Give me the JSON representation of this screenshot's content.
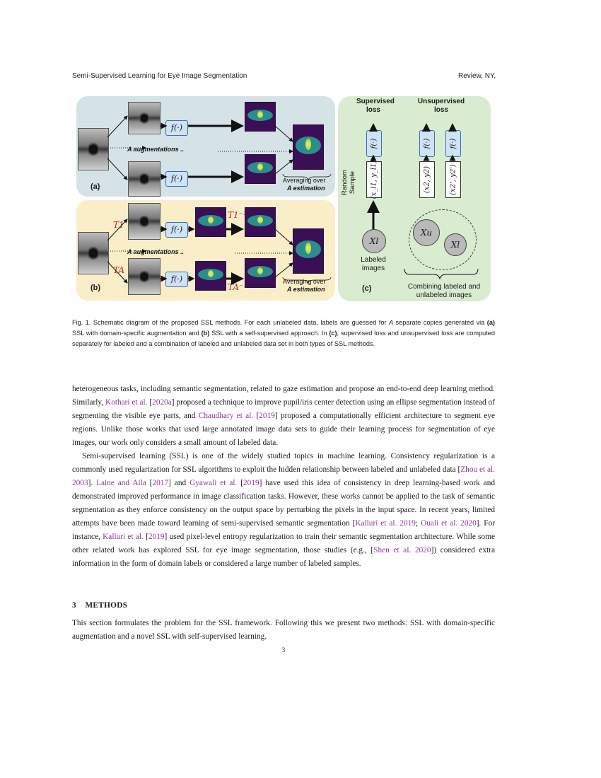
{
  "header": {
    "left": "Semi-Supervised Learning for Eye Image Segmentation",
    "right": "Review, NY,"
  },
  "figure": {
    "panel_a": {
      "label": "(a)",
      "augmentations": "A augmentations ..",
      "f_label": "f(·)",
      "averaging_line1": "Averaging over",
      "averaging_line2": "A estimation"
    },
    "panel_b": {
      "label": "(b)",
      "augmentations": "A augmentations ..",
      "f_label": "f(·)",
      "tau_1": "T1",
      "tau_A": "TA",
      "tau_1_inv": "T1⁻¹",
      "tau_A_inv": "TA⁻¹",
      "averaging_line1": "Averaging over",
      "averaging_line2": "A estimation"
    },
    "panel_c": {
      "label": "(c)",
      "supervised_line1": "Supervised",
      "supervised_line2": "loss",
      "unsupervised_line1": "Unsupervised",
      "unsupervised_line2": "loss",
      "f_label": "f(·)",
      "random_line1": "Random",
      "random_line2": "Sample",
      "pair_labeled": "(x_l1, y_l1)",
      "pair_2": "(x2, y2)",
      "pair_2b": "(x2', y2')",
      "xl": "Xl",
      "xu": "Xu",
      "labeled_line1": "Labeled",
      "labeled_line2": "images",
      "combined_line1": "Combining labeled and",
      "combined_line2": "unlabeled images"
    }
  },
  "caption": {
    "prefix": "Fig. 1.  Schematic diagram of the proposed SSL methods. For each unlabeled data, labels are guessed for ",
    "A": "A",
    "mid1": " separate copies generated via ",
    "a": "(a)",
    "mid2": " SSL with domain-specific augmentation and ",
    "b": "(b)",
    "mid3": " SSL with a self-supervised approach. In ",
    "c": "(c)",
    "suffix": ", supervised loss and unsupervised loss are computed separately for labeled and a combination of labeled and unlabeled data set in both types of SSL methods."
  },
  "para1": {
    "t1": "heterogeneous tasks, including semantic segmentation, related to gaze estimation and propose an end-to-end deep learning method. Similarly, ",
    "l1": "Kothari et al.",
    "t2": " [",
    "l2": "2020a",
    "t3": "] proposed a technique to improve pupil/iris center detection using an ellipse segmentation instead of segmenting the visible eye parts, and ",
    "l3": "Chaudhary et al.",
    "t4": " [",
    "l4": "2019",
    "t5": "] proposed a computationally efficient architecture to segment eye regions. Unlike those works that used large annotated image data sets to guide their learning process for segmentation of eye images, our work only considers a small amount of labeled data."
  },
  "para2": {
    "t1": "Semi-supervised learning (SSL) is one of the widely studied topics in machine learning. Consistency regularization is a commonly used regularization for SSL algorithms to exploit the hidden relationship between labeled and unlabeled data [",
    "l1": "Zhou et al. 2003",
    "t2": "]. ",
    "l2": "Laine and Aila",
    "t3": " [",
    "l3": "2017",
    "t4": "] and ",
    "l4": "Gyawali et al.",
    "t5": " [",
    "l5": "2019",
    "t6": "] have used this idea of consistency in deep learning-based work and demonstrated improved performance in image classification tasks. However, these works cannot be applied to the task of semantic segmentation as they enforce consistency on the output space by perturbing the pixels in the input space. In recent years, limited attempts have been made toward learning of semi-supervised semantic segmentation [",
    "l6": "Kalluri et al. 2019",
    "t7": "; ",
    "l7": "Ouali et al. 2020",
    "t8": "]. For instance, ",
    "l8": "Kalluri et al.",
    "t9": " [",
    "l9": "2019",
    "t10": "] used pixel-level entropy regularization to train their semantic segmentation architecture. While some other related work has explored SSL for eye image segmentation, those studies (e.g., [",
    "l10": "Shen et al. 2020",
    "t11": "]) considered extra information in the form of domain labels or considered a large number of labeled samples."
  },
  "section": {
    "number": "3",
    "title": "METHODS"
  },
  "para3": "This section formulates the problem for the SSL framework. Following this we present two methods: SSL with domain-specific augmentation and a novel SSL with self-supervised learning.",
  "page_number": "3"
}
